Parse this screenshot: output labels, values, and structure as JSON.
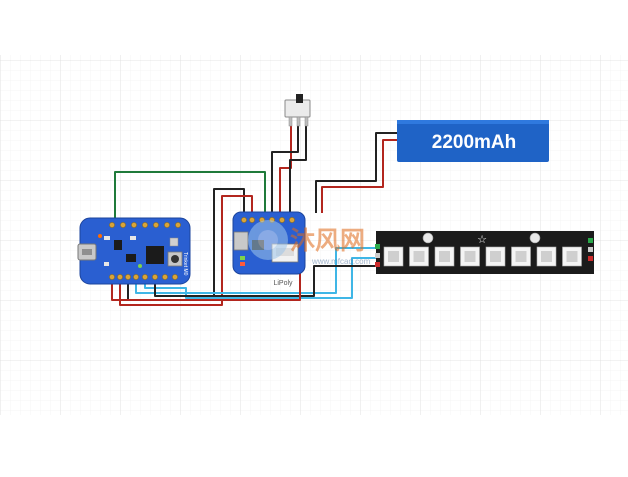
{
  "battery": {
    "label": "2200mAh"
  },
  "charger": {
    "label": "LiPoly"
  },
  "trinket": {
    "label": "Trinket M0"
  },
  "watermark": {
    "main": "沐风网",
    "url": "www.mfcad.com"
  },
  "colors": {
    "board_blue": "#2a5fd1",
    "battery_blue": "#1f63c6",
    "wire_red": "#b3261e",
    "wire_black": "#222222",
    "wire_green": "#1f7a3a",
    "wire_cyan": "#3fb6e6",
    "strip_black": "#1b1b1b",
    "grid": "#e6e6e6"
  }
}
